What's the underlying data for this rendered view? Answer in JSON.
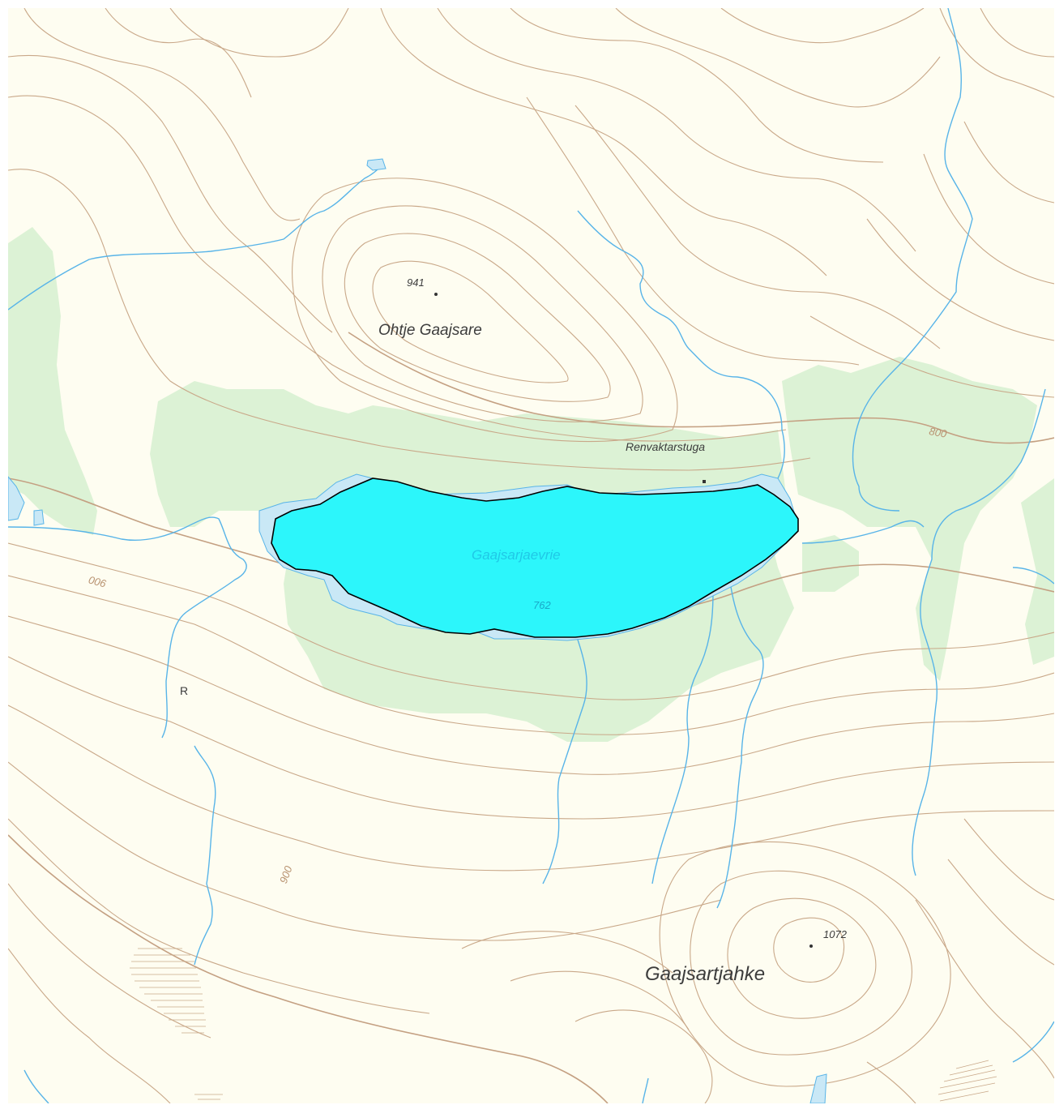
{
  "map": {
    "places": {
      "summit_name": "Ohtje Gaajsare",
      "summit_elevation": "941",
      "hut_name": "Renvaktarstuga",
      "lake_name": "Gaajsarjaevrie",
      "lake_elevation": "762",
      "mountain_name": "Gaajsartjahke",
      "mountain_elevation": "1072"
    },
    "contour_labels": {
      "label_800": "800",
      "label_900_west": "900",
      "label_900_south": "900"
    },
    "symbols": {
      "marker_glyph": "R"
    },
    "colors": {
      "background": "#fefdf1",
      "contour": "#c9a889",
      "stream": "#58b4e8",
      "forest": "#dcf2d5",
      "lake_highlight": "#2cf6fb",
      "lake_outline": "#000000"
    }
  }
}
